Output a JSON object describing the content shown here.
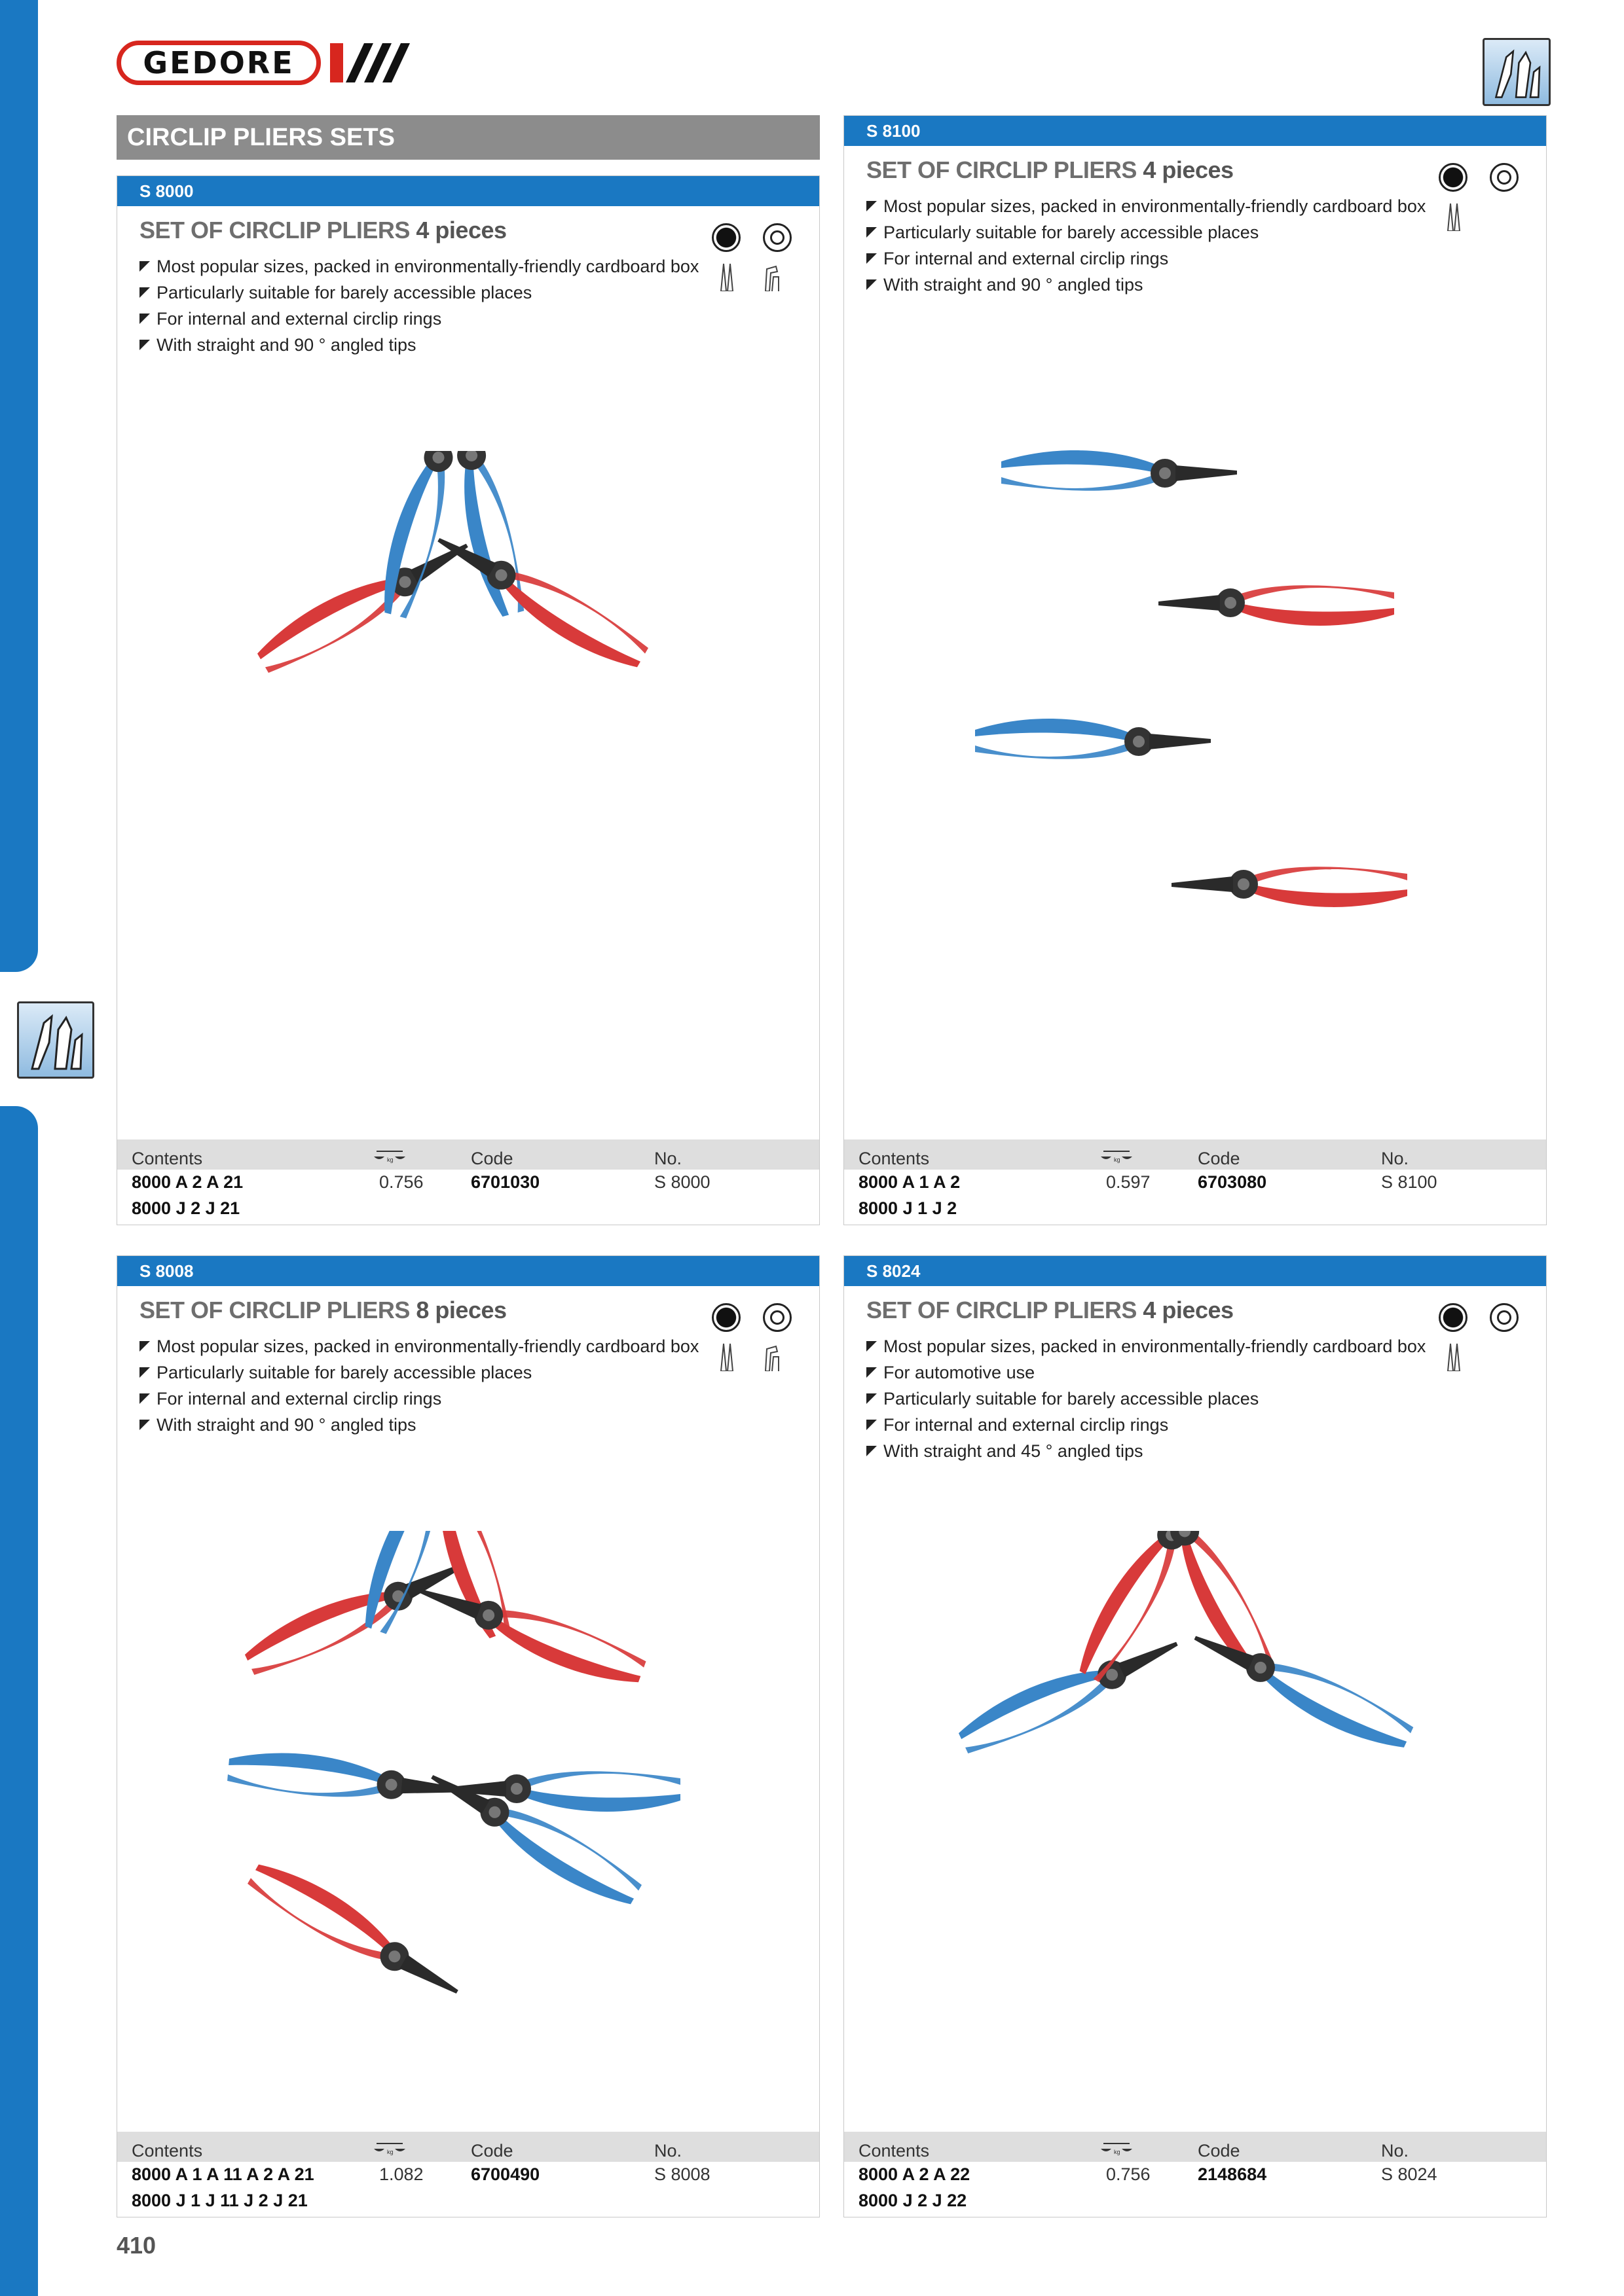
{
  "brand": {
    "name": "GEDORE"
  },
  "section_title": "CIRCLIP PLIERS SETS",
  "page_number": "410",
  "table_headers": {
    "contents": "Contents",
    "code": "Code",
    "no": "No."
  },
  "colors": {
    "accent_blue": "#1a78c2",
    "brand_red": "#d7261e",
    "header_gray": "#8c8c8c"
  },
  "cards": [
    {
      "head": "S 8000",
      "title_prefix": "SET OF CIRCLIP PLIERS",
      "title_count": "4 pieces",
      "features": [
        "Most popular sizes, packed in environmentally-friendly cardboard box",
        "Particularly suitable for barely accessible places",
        "For internal and external circlip rings",
        "With straight and 90 ° angled tips"
      ],
      "row": {
        "contents_line1": "8000 A 2  A 21",
        "contents_line2": "8000 J 2  J 21",
        "weight": "0.756",
        "code": "6701030",
        "no": "S 8000"
      }
    },
    {
      "head": "S 8100",
      "title_prefix": "SET OF CIRCLIP PLIERS",
      "title_count": "4 pieces",
      "features": [
        "Most popular sizes, packed in environmentally-friendly cardboard box",
        "Particularly suitable for barely accessible places",
        "For internal and external circlip rings",
        "With straight and 90 ° angled tips"
      ],
      "row": {
        "contents_line1": "8000 A 1  A 2",
        "contents_line2": "8000 J 1  J 2",
        "weight": "0.597",
        "code": "6703080",
        "no": "S 8100"
      }
    },
    {
      "head": "S 8008",
      "title_prefix": "SET OF CIRCLIP PLIERS",
      "title_count": "8 pieces",
      "features": [
        "Most popular sizes, packed in environmentally-friendly cardboard box",
        "Particularly suitable for barely accessible places",
        "For internal and external circlip rings",
        "With straight and 90 ° angled tips"
      ],
      "row": {
        "contents_line1": "8000 A 1  A 11  A 2  A 21",
        "contents_line2": "8000 J 1  J 11  J 2  J 21",
        "weight": "1.082",
        "code": "6700490",
        "no": "S 8008"
      }
    },
    {
      "head": "S 8024",
      "title_prefix": "SET OF CIRCLIP PLIERS",
      "title_count": "4 pieces",
      "features": [
        "Most popular sizes, packed in environmentally-friendly cardboard box",
        "For automotive use",
        "Particularly suitable for barely accessible places",
        "For internal and external circlip rings",
        "With straight and 45 ° angled tips"
      ],
      "row": {
        "contents_line1": "8000 A 2  A 22",
        "contents_line2": "8000 J 2  J 22",
        "weight": "0.756",
        "code": "2148684",
        "no": "S 8024"
      }
    }
  ]
}
